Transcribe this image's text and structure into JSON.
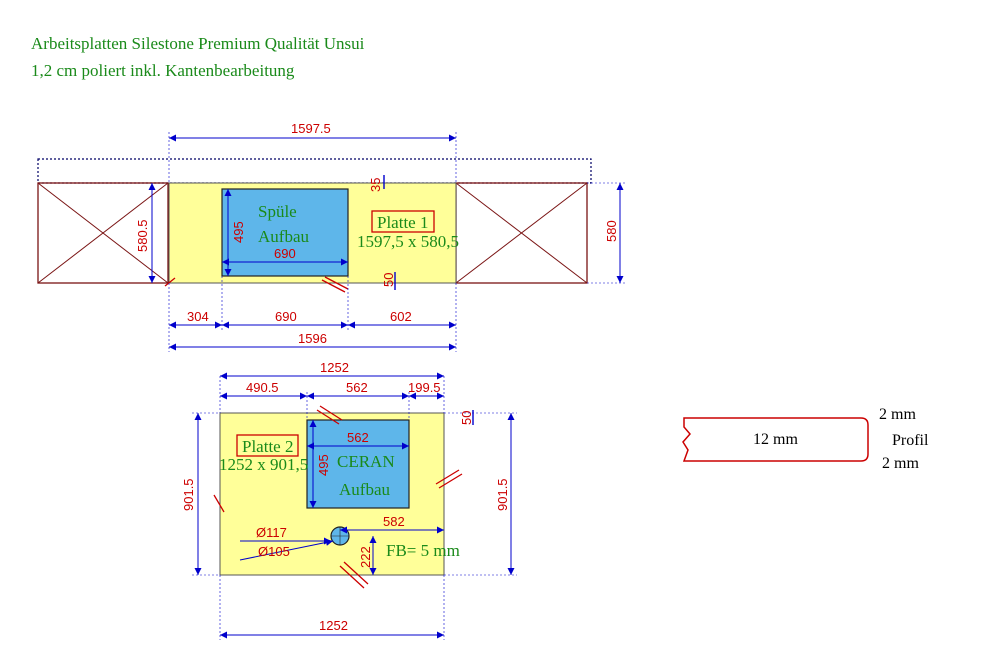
{
  "header": {
    "line1": "Arbeitsplatten Silestone Premium Qualität Unsui",
    "line2": "1,2 cm poliert inkl. Kantenbearbeitung"
  },
  "plate1": {
    "name": "Platte 1",
    "size": "1597,5 x 580,5",
    "cutout_title": "Spüle",
    "cutout_sub": "Aufbau",
    "dims": {
      "top_total": "1597.5",
      "left_depth": "580.5",
      "right_depth": "580",
      "cut_height": "495",
      "cut_width_inner": "690",
      "top_gap": "35",
      "bottom_gap": "50",
      "seg_left": "304",
      "seg_mid": "690",
      "seg_right": "602",
      "bottom_total": "1596"
    }
  },
  "plate2": {
    "name": "Platte 2",
    "size": "1252 x 901,5",
    "cutout_title": "CERAN",
    "cutout_sub": "Aufbau",
    "dims": {
      "top_total": "1252",
      "seg_left": "490.5",
      "seg_mid": "562",
      "seg_right": "199.5",
      "gap_right": "50",
      "cut_width_inner": "562",
      "cut_height": "495",
      "left_depth": "901.5",
      "right_depth": "901.5",
      "hole_d1": "Ø117",
      "hole_d2": "Ø105",
      "hole_x": "582",
      "hole_y": "222",
      "fb": "FB= 5 mm",
      "bottom_total": "1252"
    }
  },
  "profile": {
    "thickness": "12 mm",
    "top": "2 mm",
    "label": "Profil",
    "bottom": "2 mm"
  },
  "colors": {
    "plate_fill": "#ffff99",
    "cutout_fill": "#5eb6ea",
    "dim_red": "#cc0000",
    "dim_blue": "#0000cc",
    "green_text": "#1a8a1a",
    "dark_red": "#7a1414"
  }
}
